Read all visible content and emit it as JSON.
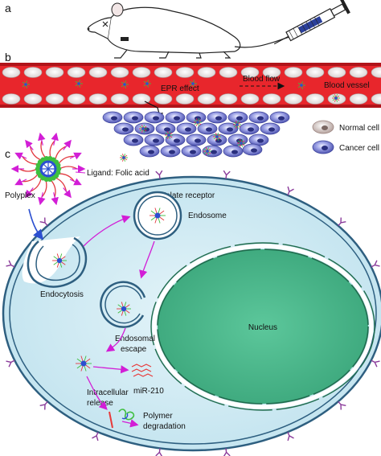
{
  "panels": {
    "a": "a",
    "b": "b",
    "c": "c"
  },
  "panel_b": {
    "epr_effect": "EPR effect",
    "blood_flow": "Blood flow",
    "blood_vessel": "Blood vessel",
    "normal_cell": "Normal cell",
    "cancer_cell": "Cancer cell"
  },
  "panel_c": {
    "ligand": "Ligand: Folic acid",
    "polyplex": "Polyplex",
    "folate_receptor": "Folate receptor",
    "endosome": "Endosome",
    "endocytosis": "Endocytosis",
    "endosomal_escape_1": "Endosomal",
    "endosomal_escape_2": "escape",
    "nucleus": "Nucleus",
    "intracellular_release_1": "Intracellular",
    "intracellular_release_2": "release",
    "mirna": "miR-210",
    "polymer_degradation_1": "Polymer",
    "polymer_degradation_2": "degradation"
  },
  "colors": {
    "vessel_red": "#e8262c",
    "vessel_dark": "#b0141a",
    "rbc_fill": "#f4f2f2",
    "cancer_cell": "#6a6fc4",
    "normal_cell": "#c9b7b3",
    "cell_membrane": "#3a6c8c",
    "cytoplasm": "#d3ecf4",
    "nucleus": "#4fb78e",
    "arrow_magenta": "#d21ed6",
    "arrow_blue": "#2b4fd0",
    "receptor_purple": "#8a3a9a"
  }
}
